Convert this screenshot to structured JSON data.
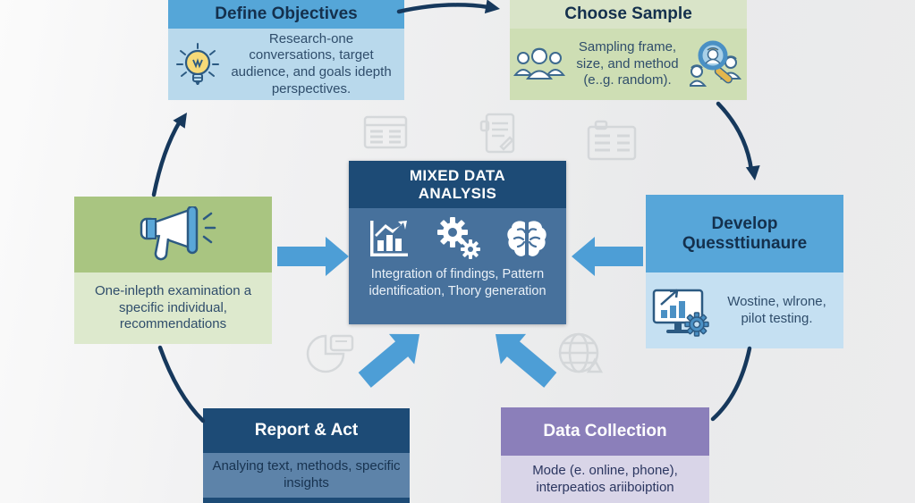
{
  "center": {
    "title": "MIXED DATA ANALYSIS",
    "body": "Integration of findings, Pattern identification, Thory generation"
  },
  "steps": {
    "define_objectives": {
      "title": "Define Objectives",
      "body": "Research-one conversations, target audience, and goals idepth perspectives."
    },
    "choose_sample": {
      "title": "Choose Sample",
      "body": "Sampling frame, size, and method (e..g. random)."
    },
    "develop_questionnaire": {
      "title": "Develop Quessttiunaure",
      "body": "Wostine, wlrone, pilot testing."
    },
    "data_collection": {
      "title": "Data Collection",
      "body": "Mode (e. online, phone), interpeatios ariiboiption"
    },
    "report_act": {
      "title": "Report & Act",
      "body": "Analying text, methods, specific insights"
    },
    "case_study": {
      "body": "One-inlepth examination a specific individual, recommendations"
    }
  },
  "icons": {
    "define": "lightbulb-icon",
    "choose_left": "people-group-icon",
    "choose_right": "magnifier-people-icon",
    "case": "megaphone-icon",
    "develop": "monitor-chart-gear-icon",
    "center": [
      "bar-chart-icon",
      "gears-icon",
      "brain-icon"
    ],
    "faded": [
      "table-icon",
      "document-pen-icon",
      "form-card-icon",
      "pie-chart-icon",
      "globe-icon"
    ]
  },
  "colors": {
    "header_blue": "#55a6d8",
    "body_blue": "#b9d9ec",
    "header_green": "#d9e4c8",
    "body_green": "#cedeb4",
    "dark_navy": "#1d4b76",
    "center_body_blue": "#47719c",
    "case_green": "#a9c581",
    "case_body_green": "#dde9cd",
    "develop_body_blue": "#c5e0f2",
    "report_body_blue": "#5d83a9",
    "purple": "#8b7fba",
    "purple_light": "#d9d5e8",
    "arrow_navy": "#16385c",
    "arrow_blue": "#4d9ed6"
  }
}
